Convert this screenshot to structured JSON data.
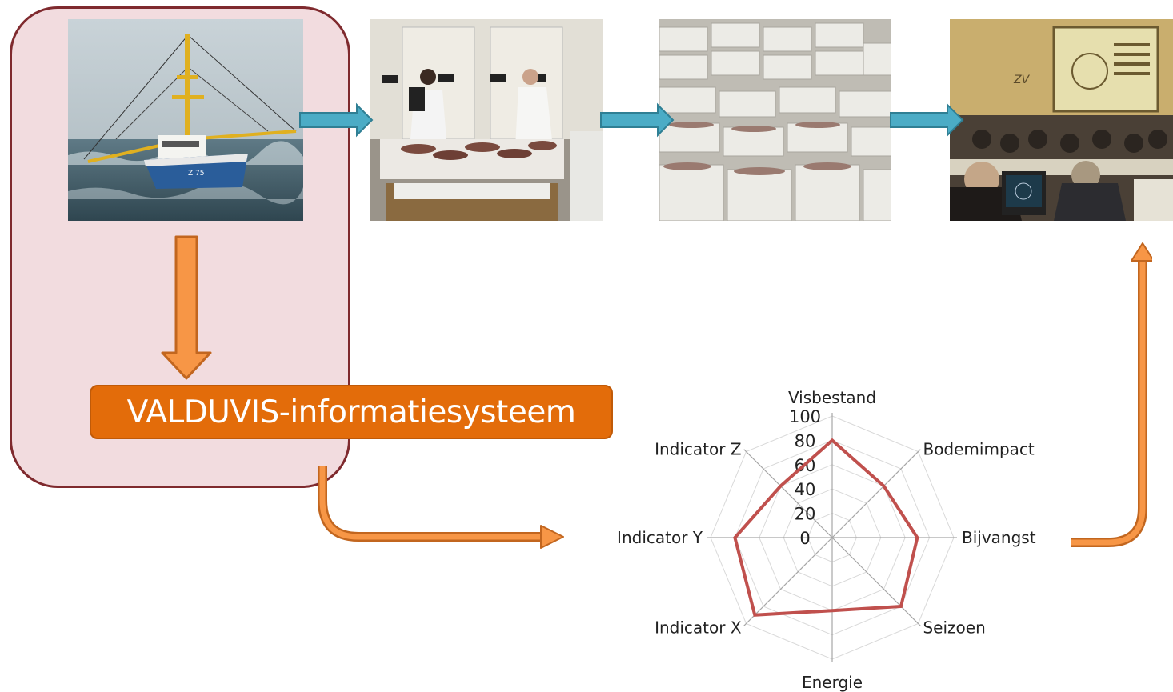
{
  "system_label": "VALDUVIS-informatiesysteem",
  "colors": {
    "panel_fill": "#f2dcdf",
    "panel_border": "#7f2a2e",
    "orange": "#e36c0a",
    "blue_arrow": "#4bacc6",
    "radar_line": "#c0504d"
  },
  "photos": [
    {
      "name": "fishing-trawler-photo",
      "subject": "fishing boat at sea"
    },
    {
      "name": "fish-sorting-photo",
      "subject": "workers sorting fish on ice"
    },
    {
      "name": "fish-crates-photo",
      "subject": "crates of fish at the auction"
    },
    {
      "name": "fish-auction-photo",
      "subject": "auction room with screen"
    }
  ],
  "chart_data": {
    "type": "radar",
    "axes": [
      "Visbestand",
      "Bodemimpact",
      "Bijvangst",
      "Seizoen",
      "Energie",
      "Indicator X",
      "Indicator Y",
      "Indicator Z"
    ],
    "values": [
      80,
      60,
      70,
      80,
      60,
      90,
      80,
      60
    ],
    "ticks": [
      "0",
      "20",
      "40",
      "60",
      "80",
      "100"
    ],
    "range": [
      0,
      100
    ],
    "grid": true
  }
}
